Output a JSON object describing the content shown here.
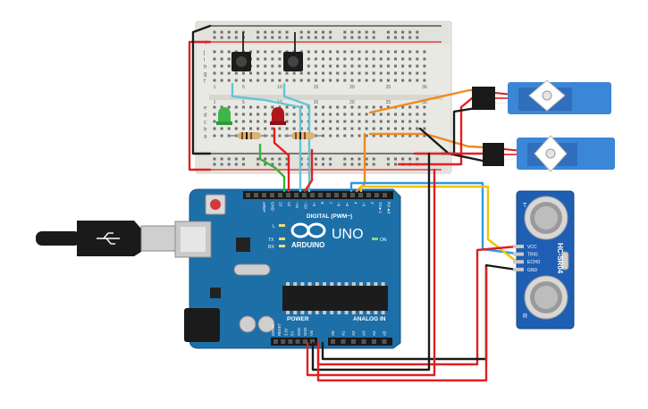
{
  "breadboard": {
    "row_letters_top": [
      "j",
      "i",
      "h",
      "g",
      "f"
    ],
    "row_letters_bottom": [
      "e",
      "d",
      "c",
      "b",
      "a"
    ],
    "column_numbers": [
      "1",
      "5",
      "10",
      "15",
      "20",
      "25",
      "30"
    ],
    "rail_plus": "+",
    "rail_minus": "−"
  },
  "arduino": {
    "brand": "ARDUINO",
    "model": "UNO",
    "digital_label": "DIGITAL (PWM~)",
    "power_label": "POWER",
    "analog_label": "ANALOG IN",
    "on_led": "ON",
    "led_l": "L",
    "led_tx": "TX",
    "led_rx": "RX",
    "top_pins": [
      "AREF",
      "GND",
      "13",
      "12",
      "~11",
      "~10",
      "~9",
      "8",
      "7",
      "~6",
      "~5",
      "4",
      "~3",
      "2",
      "TX►1",
      "RX◄0"
    ],
    "power_pins": [
      "IOREF",
      "RESET",
      "3.3V",
      "5V",
      "GND",
      "GND",
      "Vin"
    ],
    "analog_pins": [
      "A0",
      "A1",
      "A2",
      "A3",
      "A4",
      "A5"
    ]
  },
  "sensor": {
    "model": "HC-SR04",
    "pins": [
      "VCC",
      "TRIG",
      "ECHO",
      "GND"
    ],
    "transducer_left": "T",
    "transducer_right": "R"
  },
  "colors": {
    "wire_red": "#e02020",
    "wire_black": "#1a1a1a",
    "wire_orange": "#f08a1c",
    "wire_yellow": "#f2c200",
    "wire_blue": "#2f9ae0",
    "wire_green": "#3bb03b",
    "wire_cyan": "#63c5d6",
    "board_blue": "#1d6fa8",
    "servo_blue": "#3b86d6",
    "sensor_blue": "#1f5fb3"
  }
}
